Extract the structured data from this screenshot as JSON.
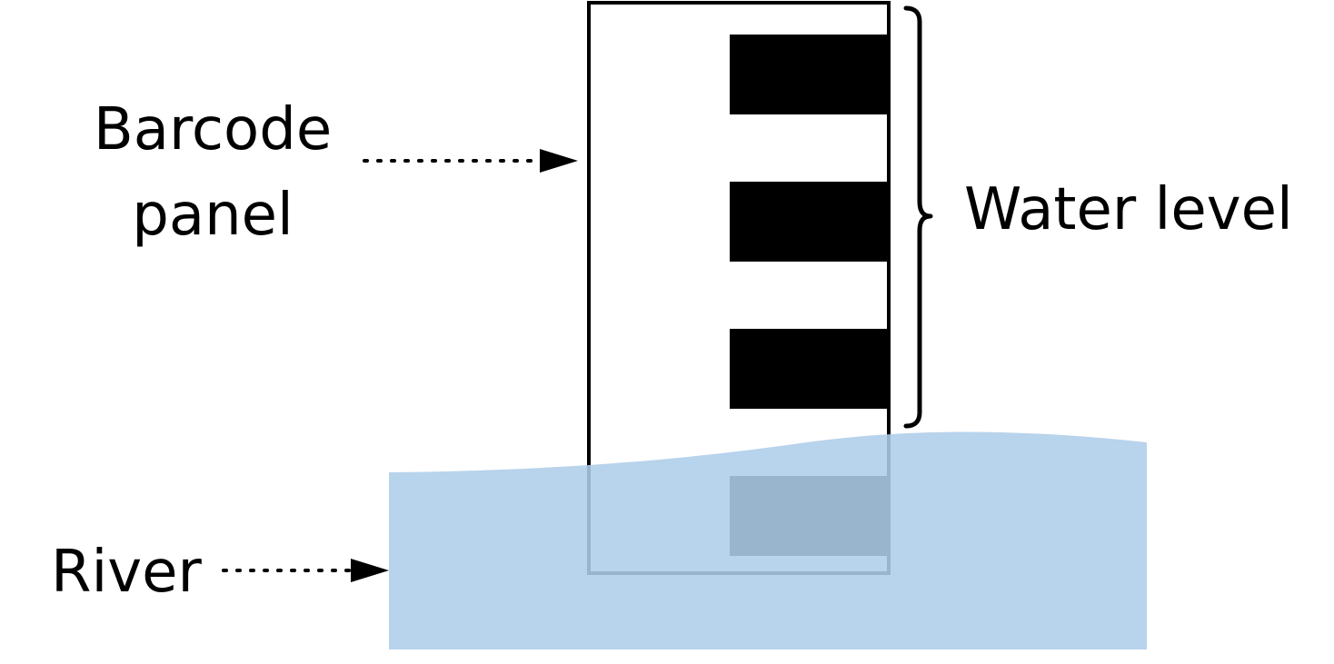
{
  "labels": {
    "barcode_line1": "Barcode",
    "barcode_line2": "panel",
    "water_level": "Water level",
    "river": "River"
  },
  "colors": {
    "water": "#aecde9",
    "stroke": "#000000",
    "bar": "#000000",
    "background": "#ffffff"
  },
  "barcode_panel": {
    "visible_bars": 3,
    "submerged_bars": 1
  }
}
